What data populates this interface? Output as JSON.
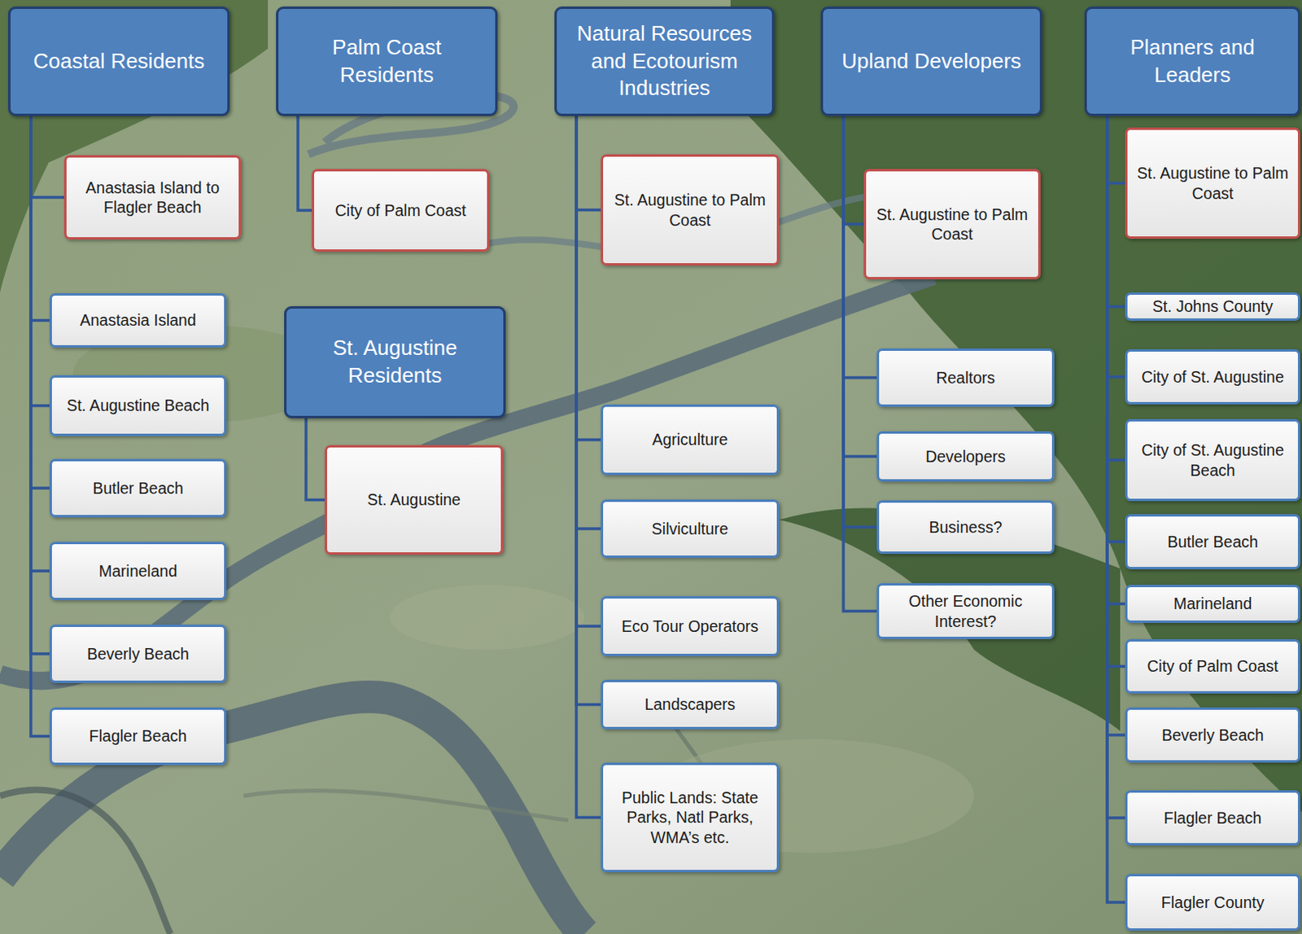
{
  "diagram": {
    "nodes": [
      {
        "text": [
          "Coastal Residents"
        ]
      },
      {
        "text": [
          "Anastasia Island to Flagler Beach"
        ]
      },
      {
        "text": [
          "Anastasia Island"
        ]
      },
      {
        "text": [
          "St. Augustine Beach"
        ]
      },
      {
        "text": [
          "Butler Beach"
        ]
      },
      {
        "text": [
          "Marineland"
        ]
      },
      {
        "text": [
          "Beverly Beach"
        ]
      },
      {
        "text": [
          "Flagler Beach"
        ]
      },
      {
        "text": [
          "Palm Coast Residents"
        ]
      },
      {
        "text": [
          "City of Palm Coast"
        ]
      },
      {
        "text": [
          "St. Augustine Residents"
        ]
      },
      {
        "text": [
          "St. Augustine"
        ]
      },
      {
        "text": [
          "Natural Resources and Ecotourism Industries"
        ]
      },
      {
        "text": [
          "St. Augustine to Palm Coast"
        ]
      },
      {
        "text": [
          "Agriculture"
        ]
      },
      {
        "text": [
          "Silviculture"
        ]
      },
      {
        "text": [
          "Eco Tour Operators"
        ]
      },
      {
        "text": [
          "Landscapers"
        ]
      },
      {
        "text": [
          "Public Lands: State Parks, Natl Parks, WMA’s etc."
        ]
      },
      {
        "text": [
          "Upland Developers"
        ]
      },
      {
        "text": [
          "St. Augustine to Palm Coast"
        ]
      },
      {
        "text": [
          "Realtors"
        ]
      },
      {
        "text": [
          "Developers"
        ]
      },
      {
        "text": [
          "Business?"
        ]
      },
      {
        "text": [
          "Other Economic Interest?"
        ]
      },
      {
        "text": [
          "Planners and Leaders"
        ]
      },
      {
        "text": [
          "St. Augustine to Palm Coast"
        ]
      },
      {
        "text": [
          "St. Johns County"
        ]
      },
      {
        "text": [
          "City of St. Augustine"
        ]
      },
      {
        "text": [
          "City of St. Augustine Beach"
        ]
      },
      {
        "text": [
          "Butler Beach"
        ]
      },
      {
        "text": [
          "Marineland"
        ]
      },
      {
        "text": [
          "City of Palm Coast"
        ]
      },
      {
        "text": [
          "Beverly Beach"
        ]
      },
      {
        "text": [
          "Flagler Beach"
        ]
      },
      {
        "text": [
          "Flagler County"
        ]
      }
    ],
    "edges": [
      {
        "from": 0,
        "to": 1,
        "arrow": "none"
      },
      {
        "from": 0,
        "to": 2,
        "arrow": "none"
      },
      {
        "from": 0,
        "to": 3,
        "arrow": "none"
      },
      {
        "from": 0,
        "to": 4,
        "arrow": "none"
      },
      {
        "from": 0,
        "to": 5,
        "arrow": "none"
      },
      {
        "from": 0,
        "to": 6,
        "arrow": "none"
      },
      {
        "from": 0,
        "to": 7,
        "arrow": "none"
      },
      {
        "from": 8,
        "to": 9,
        "arrow": "none"
      },
      {
        "from": 10,
        "to": 11,
        "arrow": "none"
      },
      {
        "from": 12,
        "to": 13,
        "arrow": "none"
      },
      {
        "from": 12,
        "to": 14,
        "arrow": "none"
      },
      {
        "from": 12,
        "to": 15,
        "arrow": "none"
      },
      {
        "from": 12,
        "to": 16,
        "arrow": "none"
      },
      {
        "from": 12,
        "to": 17,
        "arrow": "none"
      },
      {
        "from": 12,
        "to": 18,
        "arrow": "none"
      },
      {
        "from": 19,
        "to": 20,
        "arrow": "none"
      },
      {
        "from": 19,
        "to": 21,
        "arrow": "none"
      },
      {
        "from": 19,
        "to": 22,
        "arrow": "none"
      },
      {
        "from": 19,
        "to": 23,
        "arrow": "none"
      },
      {
        "from": 19,
        "to": 24,
        "arrow": "none"
      },
      {
        "from": 25,
        "to": 26,
        "arrow": "none"
      },
      {
        "from": 25,
        "to": 27,
        "arrow": "none"
      },
      {
        "from": 25,
        "to": 28,
        "arrow": "none"
      },
      {
        "from": 25,
        "to": 29,
        "arrow": "none"
      },
      {
        "from": 25,
        "to": 30,
        "arrow": "none"
      },
      {
        "from": 25,
        "to": 31,
        "arrow": "none"
      },
      {
        "from": 25,
        "to": 32,
        "arrow": "none"
      },
      {
        "from": 25,
        "to": 33,
        "arrow": "none"
      },
      {
        "from": 25,
        "to": 34,
        "arrow": "none"
      },
      {
        "from": 25,
        "to": 35,
        "arrow": "none"
      }
    ]
  }
}
